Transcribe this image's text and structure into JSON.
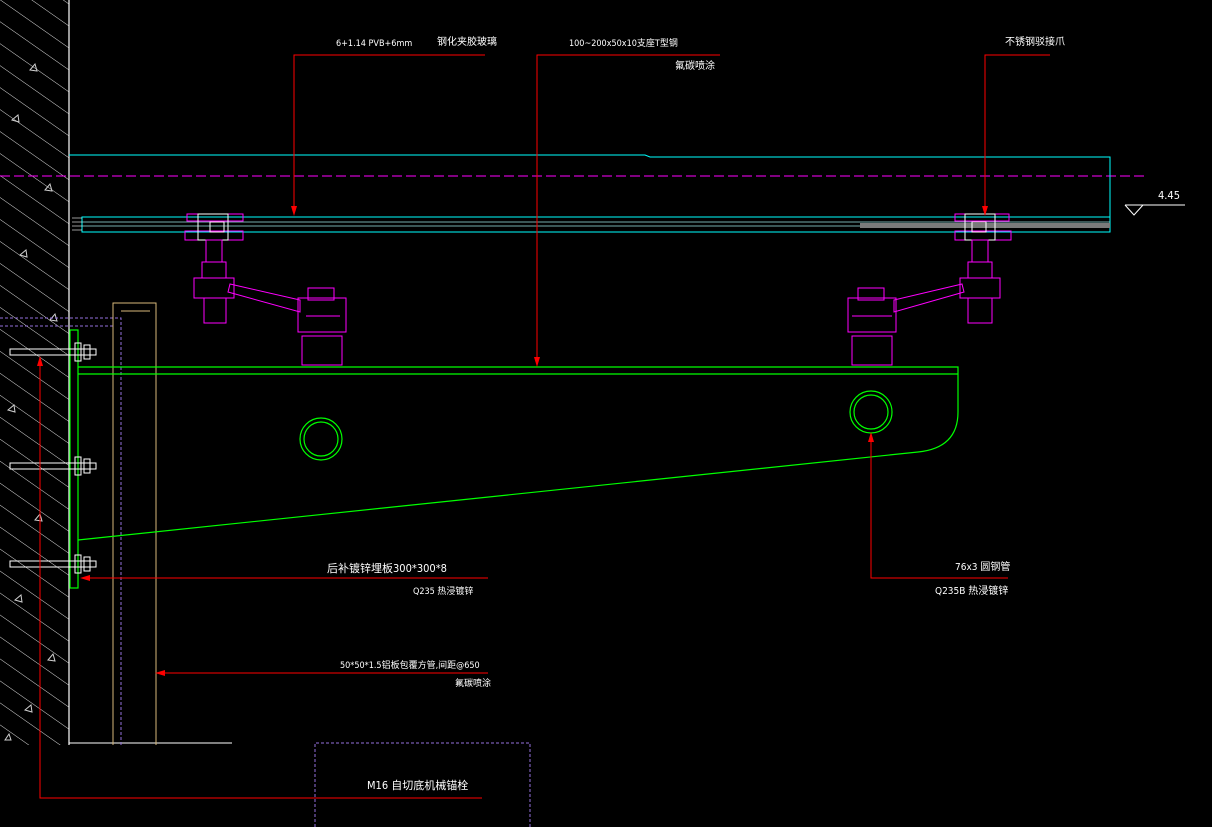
{
  "colors": {
    "background": "#000000",
    "leader": "#ff0000",
    "fitting": "#ff00ff",
    "bracket": "#00ff00",
    "glass": "#00ffff",
    "wall": "#ffffff",
    "embed": "#9370db"
  },
  "annotations": {
    "glass_spec": "6+1.14 PVB+6mm",
    "glass_name": "钢化夹胶玻璃",
    "beam_spec": "100~200x50x10支座T型钢",
    "beam_finish": "氟碳喷涂",
    "claw_name": "不锈钢驳接爪",
    "level": "4.45",
    "plate_spec": "后补镀锌埋板300*300*8",
    "plate_material": "Q235 热浸镀锌",
    "pipe_spec": "76x3  圆钢管",
    "pipe_material": "Q235B  热浸镀锌",
    "tube_spec": "50*50*1.5铝板包覆方管,间距@650",
    "tube_finish": "氟碳喷涂",
    "anchor_spec": "M16 自切底机械锚栓"
  }
}
